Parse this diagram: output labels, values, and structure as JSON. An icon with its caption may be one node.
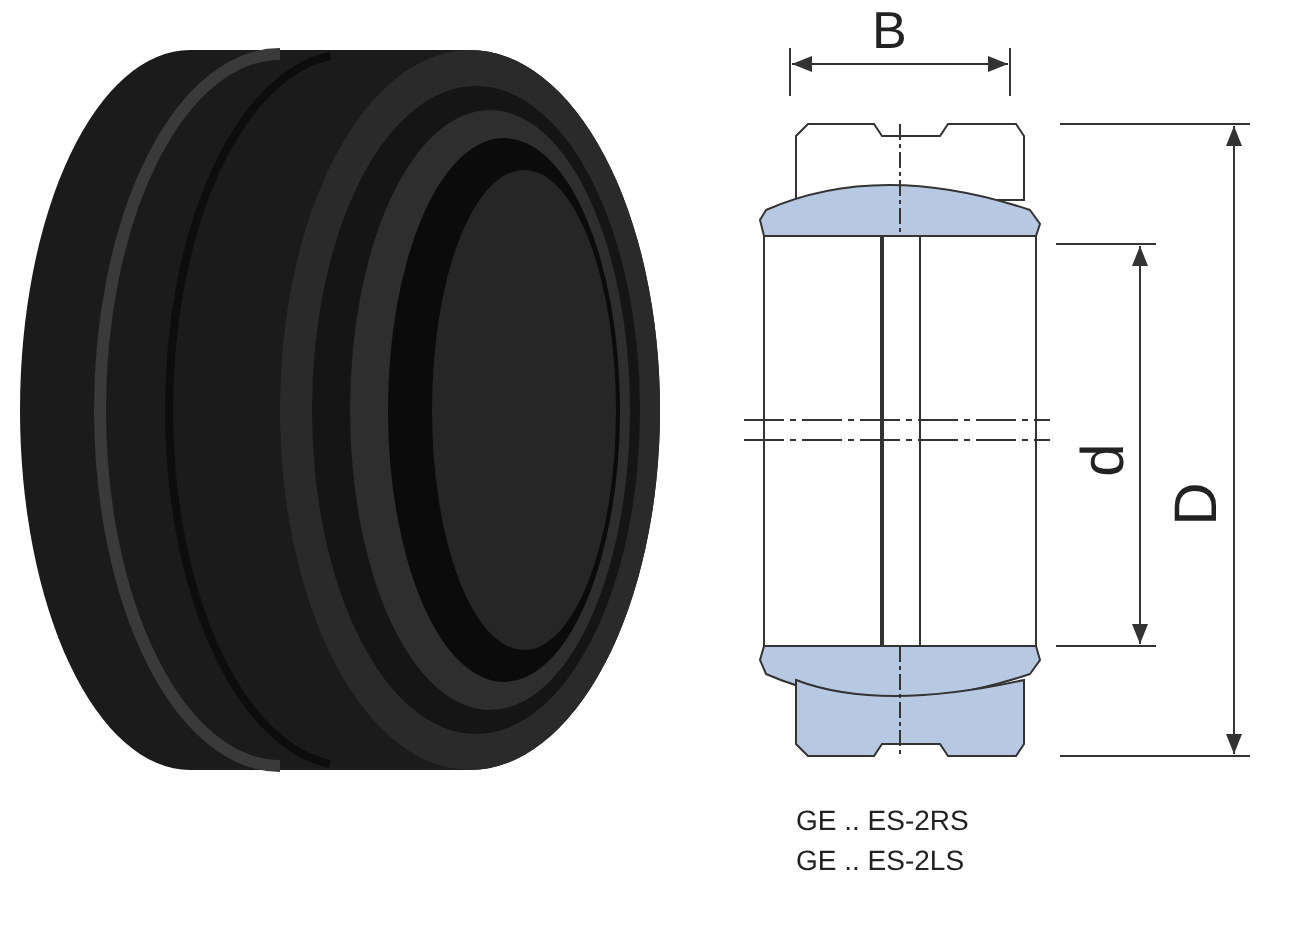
{
  "diagram": {
    "labels": [
      "B",
      "d",
      "D",
      "GE .. ES-2RS",
      "GE .. ES-2LS"
    ]
  }
}
